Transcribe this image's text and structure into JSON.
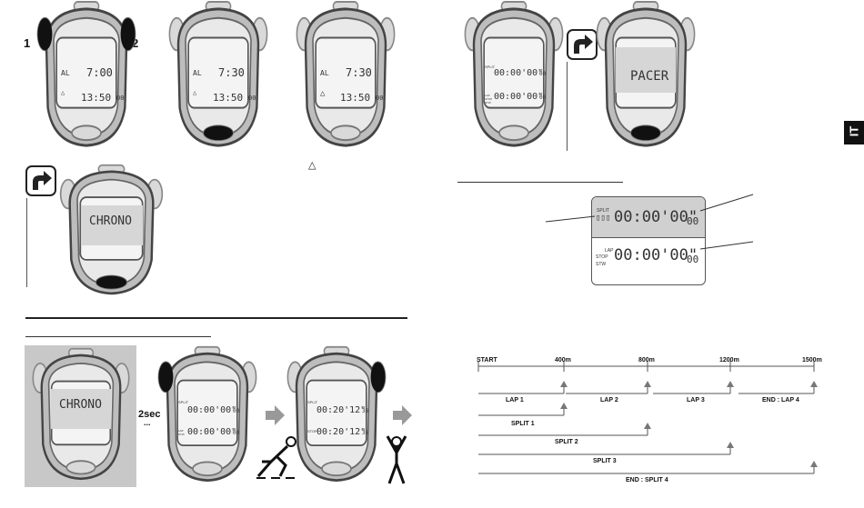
{
  "side_tab": {
    "label": "IT"
  },
  "buttons": {
    "left": "1",
    "right": "2"
  },
  "watch_alarm_edit": {
    "row1_label": "AL",
    "row1_value": "7:00",
    "row2_label": "△",
    "row2_value": "13:50",
    "row2_small": "00"
  },
  "watch_alarm_set": {
    "row1_label": "AL",
    "row1_value": "7:30",
    "row2_label": "△",
    "row2_value": "13:50",
    "row2_small": "00"
  },
  "watch_alarm_on": {
    "row1_label": "AL",
    "row1_value": "7:30",
    "row2_label": "△",
    "row2_value": "13:50",
    "row2_small": "00"
  },
  "bell_symbol": "△",
  "watch_chrono_top": {
    "row1_tag": "SPLIT",
    "row1_value": "00:00'00\"",
    "row1_small": "00",
    "row2_tag": "LAP STOP STW",
    "row2_value": "00:00'00\"",
    "row2_small": "00"
  },
  "watch_pacer": {
    "mode": "PACER"
  },
  "watch_chrono_mode": {
    "mode": "CHRONO"
  },
  "watch_chrono_selected": {
    "mode": "CHRONO"
  },
  "press_hold": {
    "time": "2sec",
    "dots": "..."
  },
  "watch_chrono_zero": {
    "row1_tag": "SPLIT",
    "row1_value": "00:00'00\"",
    "row1_small": "00",
    "row2_tag": "LAP STW",
    "row2_value": "00:00'00\"",
    "row2_small": "00"
  },
  "watch_chrono_run": {
    "row1_tag": "SPLIT",
    "row1_value": "00:20'12\"",
    "row1_small": "36",
    "row2_tag": "STOP",
    "row2_value": "00:20'12\"",
    "row2_small": "36"
  },
  "lcd_detail": {
    "split_tag": "SPLIT",
    "row1_value": "00:00'00\"",
    "row1_small": "00",
    "lap": "LAP",
    "stop": "STOP",
    "stw": "STW",
    "row2_value": "00:00'00\"",
    "row2_small": "00"
  },
  "timeline": {
    "start": "START",
    "marks": [
      "400m",
      "800m",
      "1200m",
      "1500m"
    ],
    "laps": [
      "LAP 1",
      "LAP 2",
      "LAP 3",
      "END : LAP 4"
    ],
    "splits": [
      "SPLIT 1",
      "SPLIT 2",
      "SPLIT 3",
      "END : SPLIT 4"
    ]
  }
}
